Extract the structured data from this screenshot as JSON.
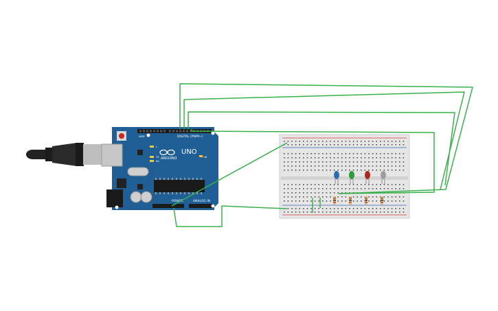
{
  "board": {
    "brand": "ARDUINO",
    "model": "UNO",
    "digital_label": "DIGITAL (PWM~)",
    "power_label": "POWER",
    "analog_label": "ANALOG IN",
    "aref": "AREF",
    "tx": "TX",
    "rx": "RX",
    "l": "L",
    "on": "ON",
    "color": "#1f5f96"
  },
  "leds": [
    {
      "name": "blue-led",
      "color": "#2c6fb0"
    },
    {
      "name": "green-led",
      "color": "#2e9c3a"
    },
    {
      "name": "red-led",
      "color": "#a82a25"
    },
    {
      "name": "white-led",
      "color": "#9d9d9d"
    }
  ],
  "wire_color": "#38b14a",
  "icons": {
    "usb": "usb-cable-icon",
    "reset": "reset-button-icon",
    "power_jack": "power-jack-icon"
  }
}
